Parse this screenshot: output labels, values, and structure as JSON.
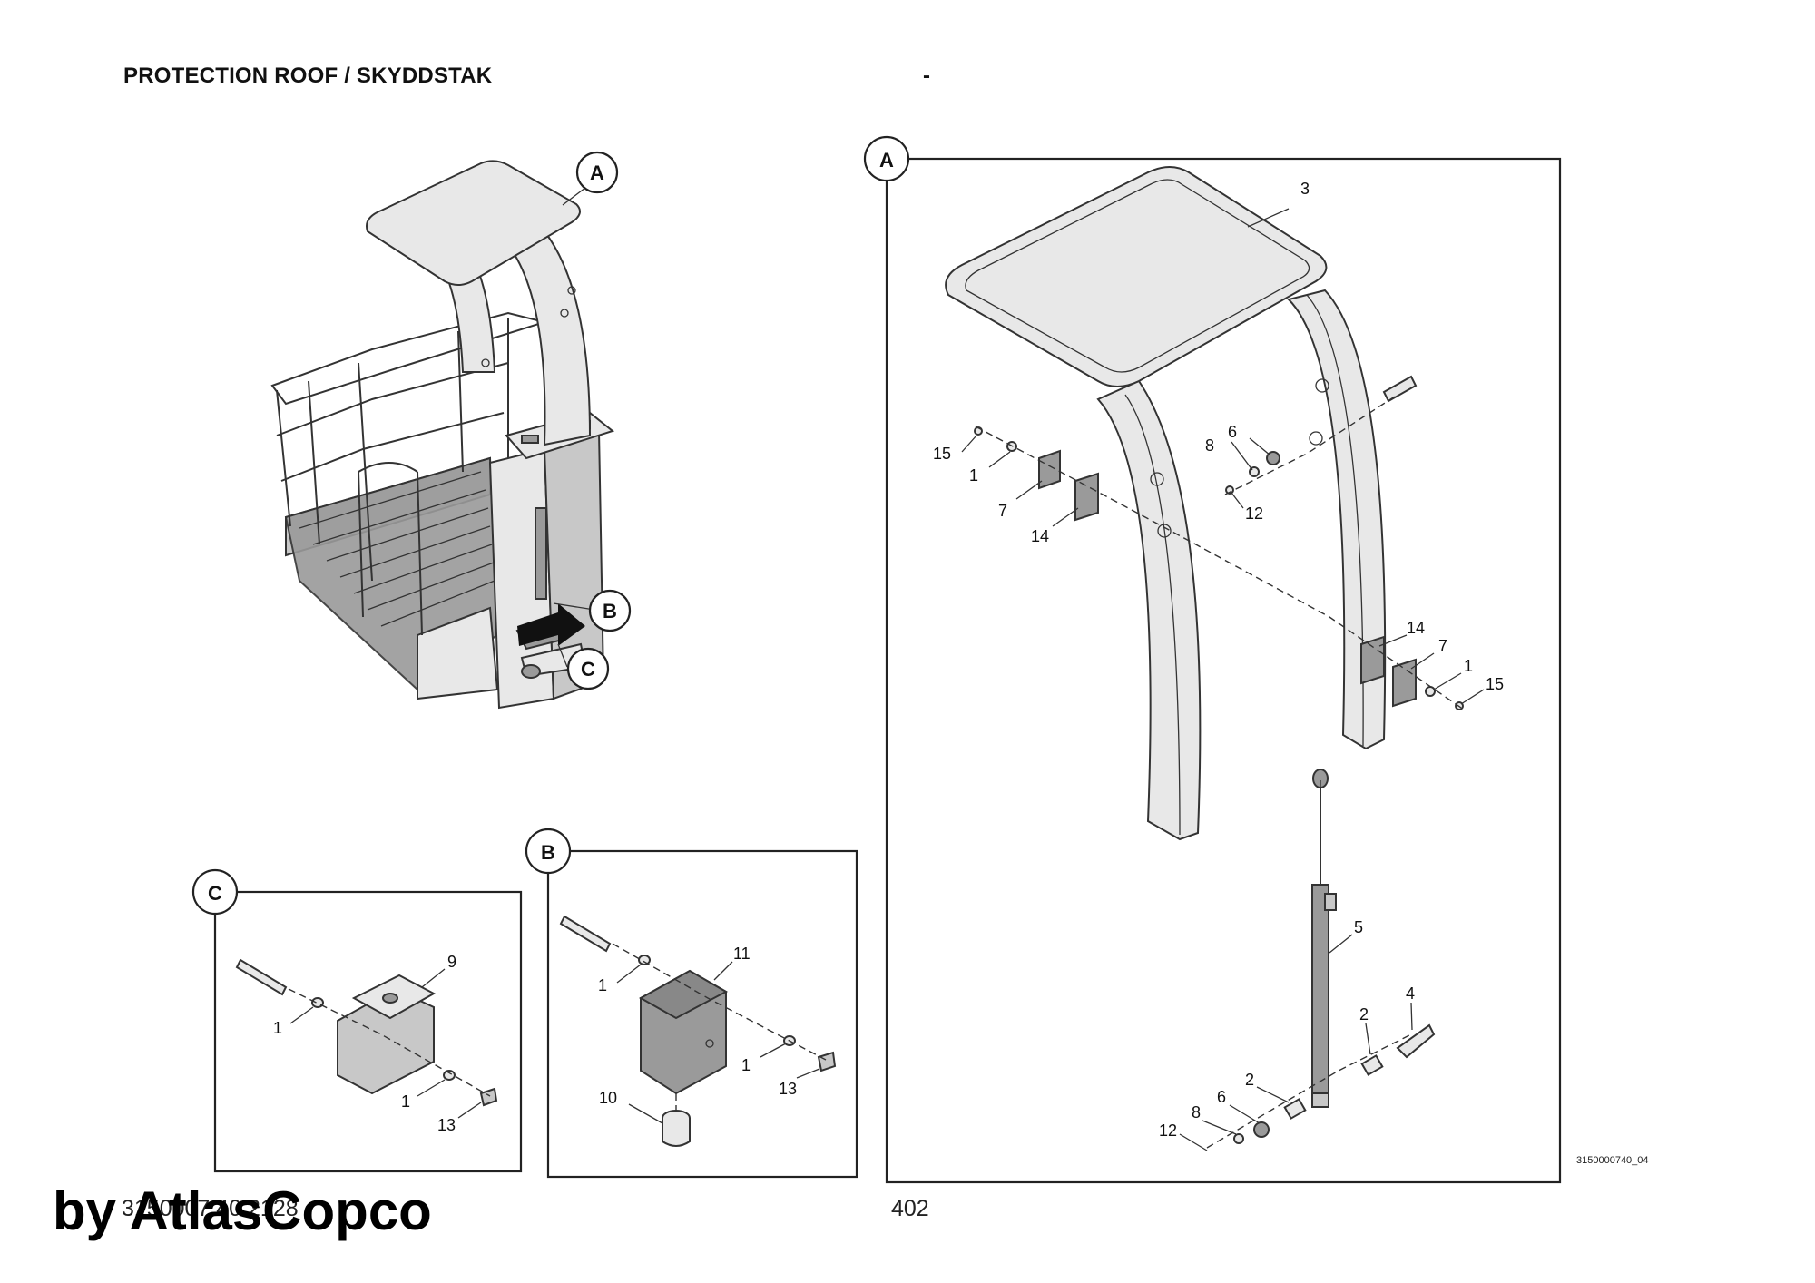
{
  "header": {
    "title": "PROTECTION ROOF / SKYDDSTAK",
    "dash": "-"
  },
  "footer": {
    "doc_number": "3150007 40 2128",
    "page_number": "402",
    "watermark": "by AtlasCopco",
    "drawing_number": "3150000740_04"
  },
  "callouts": {
    "overview": [
      "A",
      "B",
      "C"
    ],
    "detail_a": "A",
    "detail_b": "B",
    "detail_c": "C"
  },
  "detail_a": {
    "part_labels": [
      "3",
      "15",
      "1",
      "7",
      "14",
      "8",
      "6",
      "12",
      "14",
      "7",
      "1",
      "15",
      "5",
      "4",
      "2",
      "2",
      "6",
      "8",
      "12"
    ]
  },
  "detail_b": {
    "part_labels": [
      "11",
      "1",
      "1",
      "13",
      "10"
    ]
  },
  "detail_c": {
    "part_labels": [
      "9",
      "1",
      "1",
      "13"
    ]
  }
}
